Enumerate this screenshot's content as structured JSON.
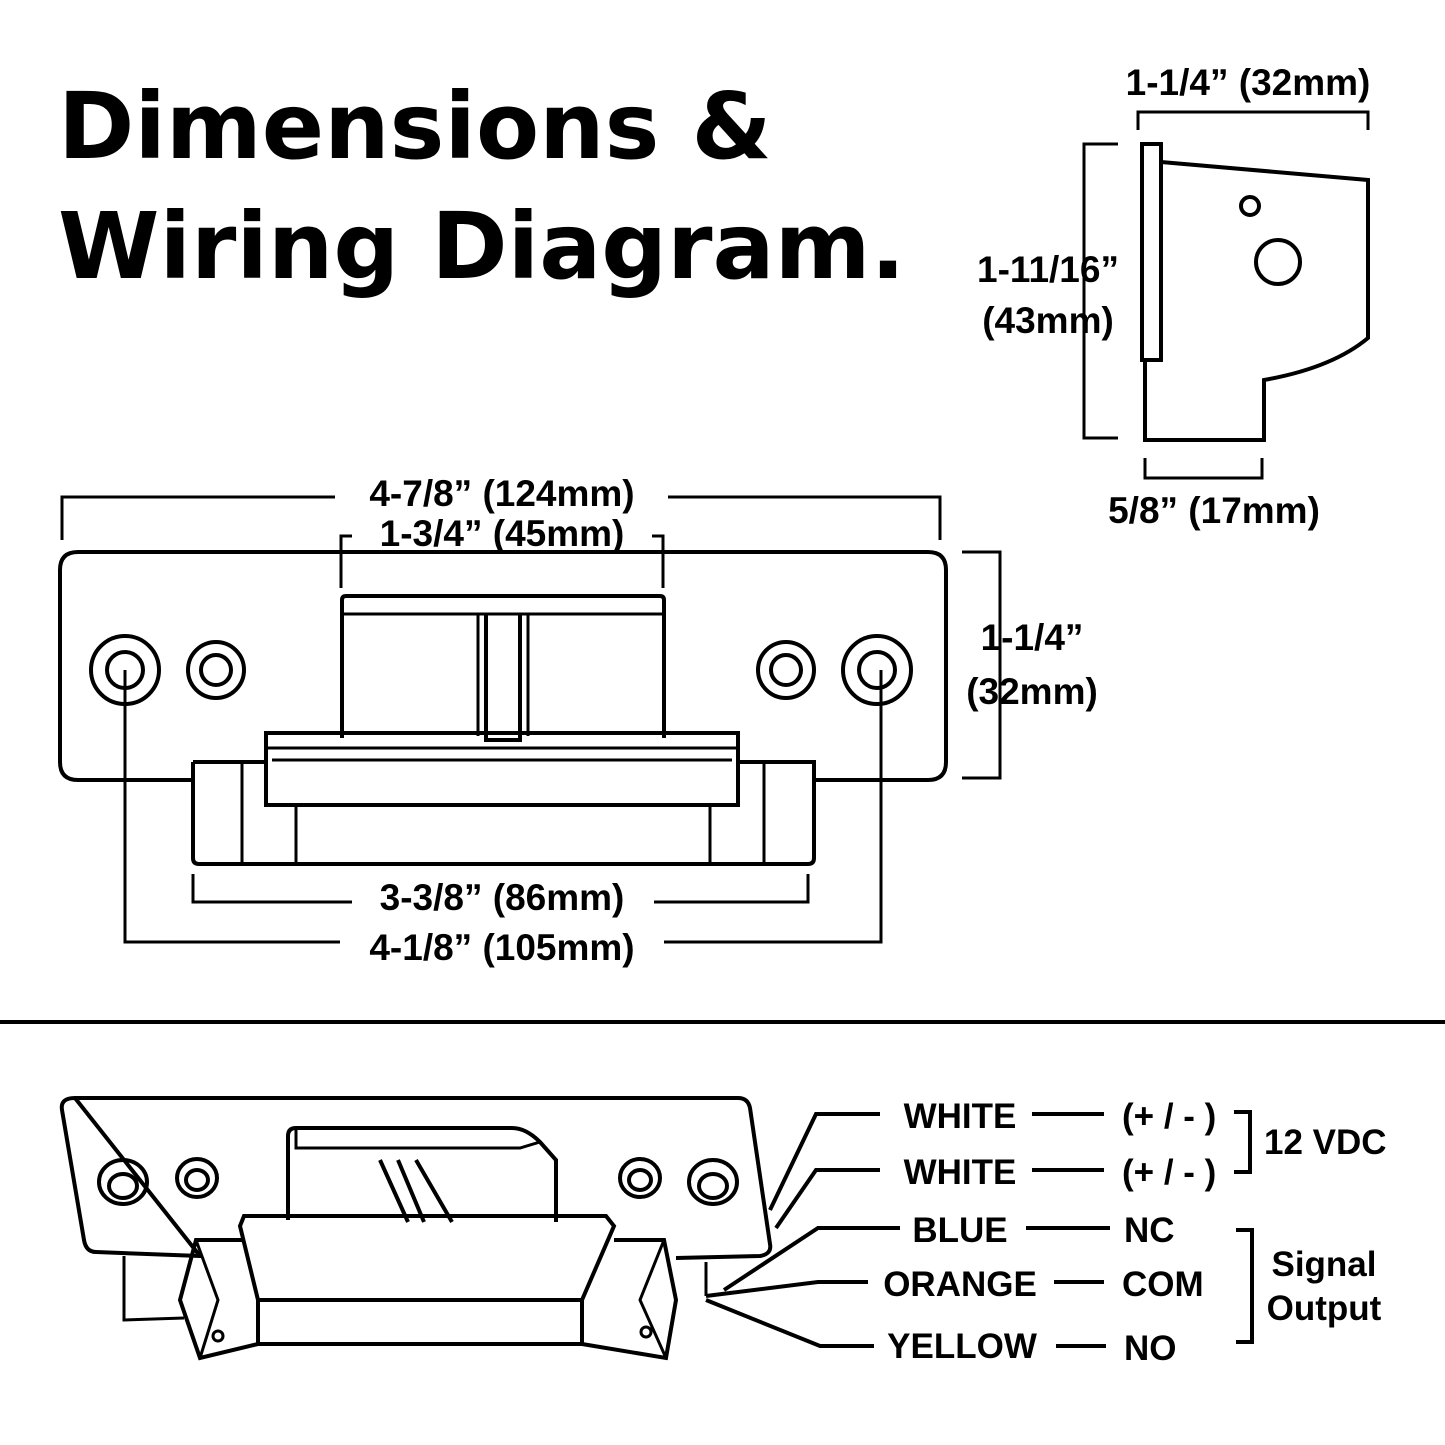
{
  "title": {
    "line1": "Dimensions &",
    "line2": "Wiring Diagram."
  },
  "side_view": {
    "width_label": "1-1/4” (32mm)",
    "height_label_1": "1-11/16”",
    "height_label_2": "(43mm)",
    "depth_label": "5/8” (17mm)"
  },
  "front_view": {
    "overall_width": "4-7/8” (124mm)",
    "keeper_width": "1-3/4” (45mm)",
    "height_label_1": "1-1/4”",
    "height_label_2": "(32mm)",
    "body_width": "3-3/8” (86mm)",
    "hole_spacing": "4-1/8” (105mm)"
  },
  "wiring": {
    "wires": [
      {
        "color": "WHITE",
        "terminal": "(+ / - )"
      },
      {
        "color": "WHITE",
        "terminal": "(+ / - )"
      },
      {
        "color": "BLUE",
        "terminal": "NC"
      },
      {
        "color": "ORANGE",
        "terminal": "COM"
      },
      {
        "color": "YELLOW",
        "terminal": "NO"
      }
    ],
    "power_group": "12 VDC",
    "signal_group_1": "Signal",
    "signal_group_2": "Output"
  }
}
